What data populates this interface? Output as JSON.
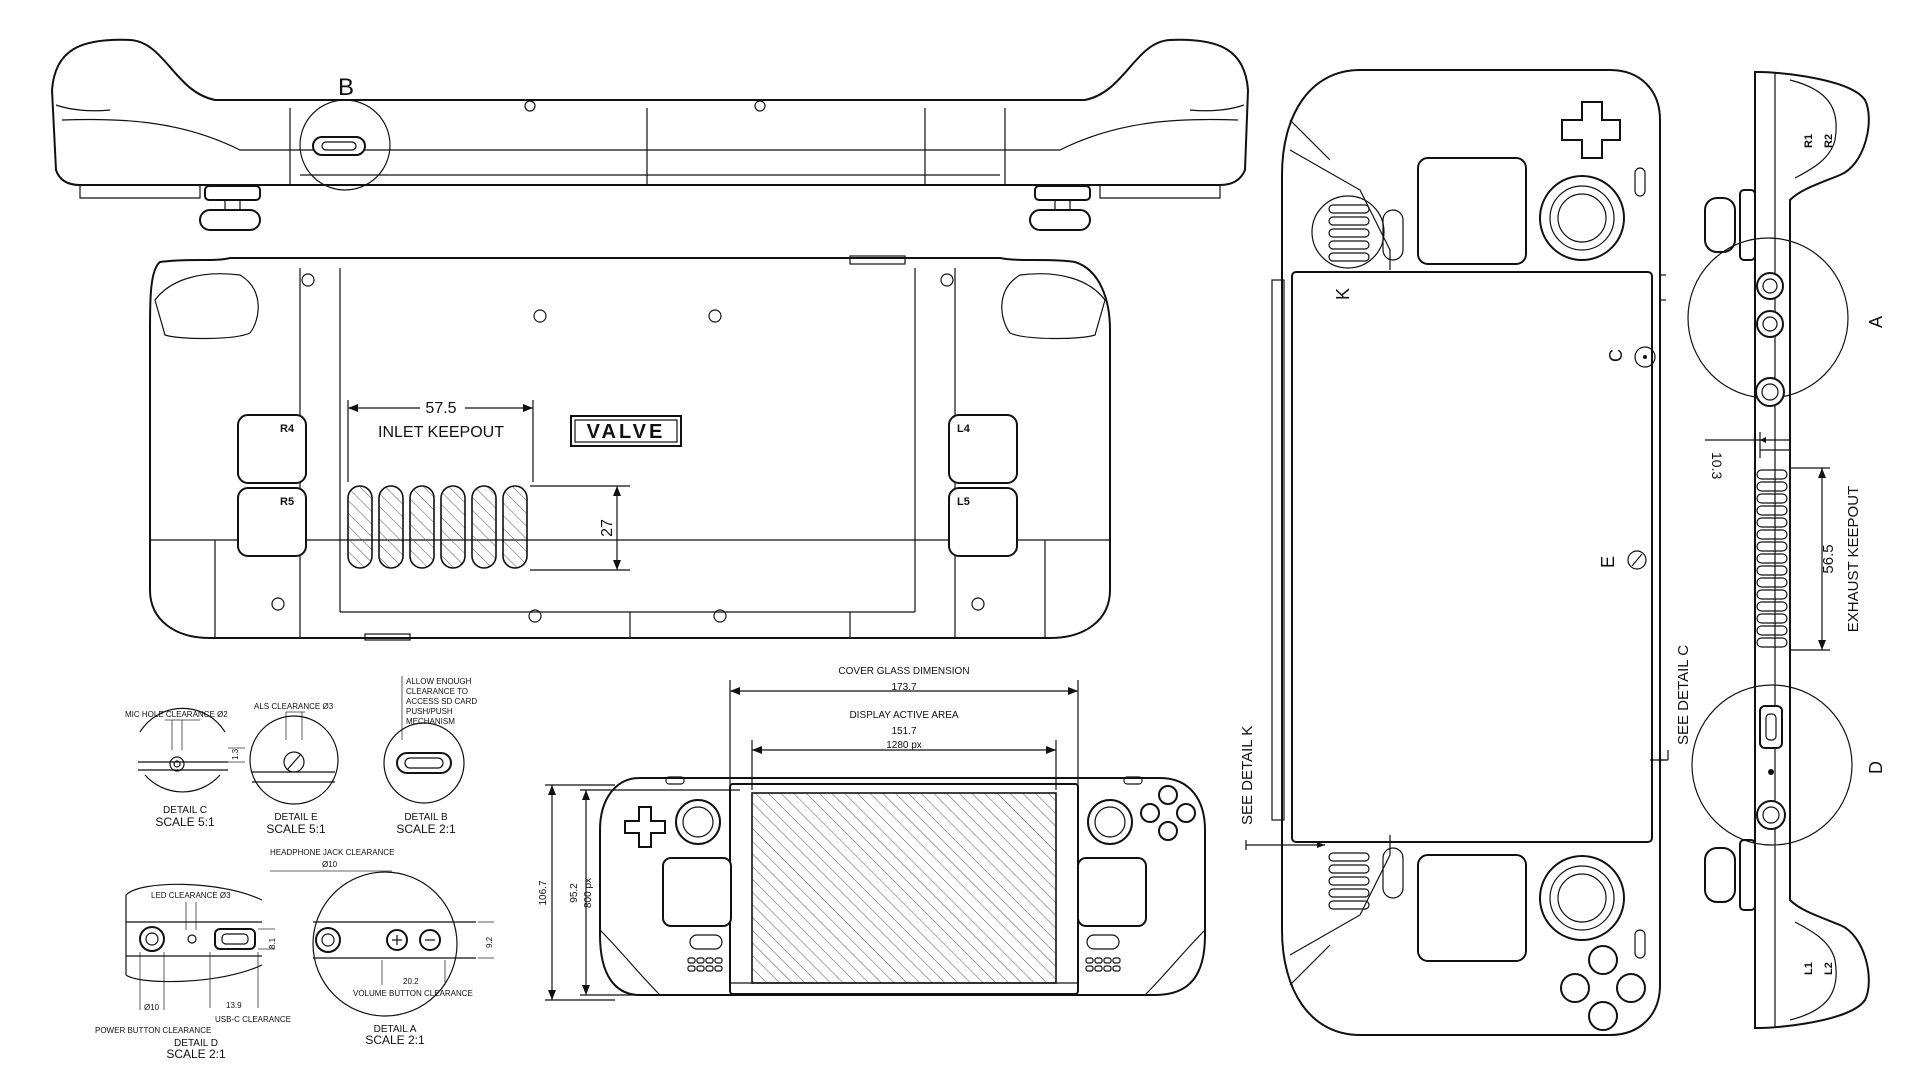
{
  "views": {
    "top": {
      "detail_marker": "B"
    },
    "back": {
      "brand": "VALVE",
      "inlet_width": "57.5",
      "inlet_label": "INLET KEEPOUT",
      "inlet_height": "27",
      "buttons": [
        "R4",
        "R5",
        "L4",
        "L5"
      ]
    },
    "front": {
      "detail_k": "K",
      "detail_c": "C",
      "detail_e": "E",
      "see_detail_k": "SEE DETAIL K",
      "see_detail_c": "SEE DETAIL C"
    },
    "side": {
      "detail_a": "A",
      "detail_d": "D",
      "dim_10_3": "10.3",
      "exhaust_dim": "56.5",
      "exhaust_label": "EXHAUST KEEPOUT",
      "buttons": [
        "L1",
        "L2",
        "R1",
        "R2"
      ]
    }
  },
  "details": {
    "c": {
      "clearance": "MIC HOLE CLEARANCE  Ø2",
      "dim": "1.3",
      "name": "DETAIL C",
      "scale": "SCALE 5:1"
    },
    "e": {
      "clearance": "ALS CLEARANCE  Ø3",
      "name": "DETAIL E",
      "scale": "SCALE 5:1"
    },
    "b": {
      "note": [
        "ALLOW ENOUGH",
        "CLEARANCE TO",
        "ACCESS SD CARD",
        "PUSH/PUSH",
        "MECHANISM"
      ],
      "name": "DETAIL B",
      "scale": "SCALE 2:1"
    },
    "d": {
      "led": "LED CLEARANCE  Ø3",
      "dim_height": "8.1",
      "dim_power": "Ø10",
      "dim_usb": "13.9",
      "power_label": "POWER BUTTON CLEARANCE",
      "usb_label": "USB-C CLEARANCE",
      "name": "DETAIL D",
      "scale": "SCALE 2:1"
    },
    "a": {
      "headphone": "HEADPHONE JACK CLEARANCE",
      "dim_jack": "Ø10",
      "dim_height": "9.2",
      "dim_volume": "20.2",
      "volume_label": "VOLUME BUTTON CLEARANCE",
      "name": "DETAIL A",
      "scale": "SCALE 2:1"
    }
  },
  "display_view": {
    "cover_label": "COVER GLASS DIMENSION",
    "cover_dim": "173.7",
    "active_label": "DISPLAY ACTIVE AREA",
    "active_dim": "151.7",
    "active_px": "1280 px",
    "height_total": "106.7",
    "height_display": "95.2",
    "height_px": "800 px"
  }
}
